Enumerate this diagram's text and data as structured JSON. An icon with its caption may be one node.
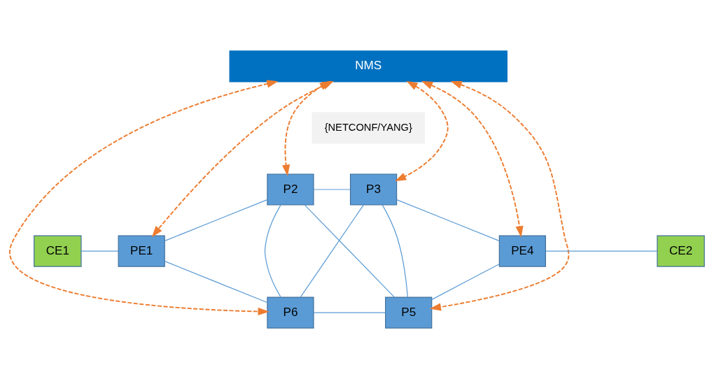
{
  "diagram": {
    "nodes": [
      {
        "text": [
          "NMS"
        ]
      },
      {
        "text": [
          "{NETCONF/YANG}"
        ]
      },
      {
        "text": [
          "P2"
        ]
      },
      {
        "text": [
          "P3"
        ]
      },
      {
        "text": [
          "CE1"
        ]
      },
      {
        "text": [
          "PE1"
        ]
      },
      {
        "text": [
          "PE4"
        ]
      },
      {
        "text": [
          "CE2"
        ]
      },
      {
        "text": [
          "P6"
        ]
      },
      {
        "text": [
          "P5"
        ]
      }
    ],
    "edges": [
      {
        "from": 0,
        "to": 5,
        "arrow": "both",
        "style": "dashed",
        "color": "#ed7d31"
      },
      {
        "from": 0,
        "to": 2,
        "arrow": "both",
        "style": "dashed",
        "color": "#ed7d31"
      },
      {
        "from": 0,
        "to": 8,
        "arrow": "both",
        "style": "dashed",
        "color": "#ed7d31"
      },
      {
        "from": 0,
        "to": 9,
        "arrow": "both",
        "style": "dashed",
        "color": "#ed7d31"
      },
      {
        "from": 0,
        "to": 3,
        "arrow": "both",
        "style": "dashed",
        "color": "#ed7d31"
      },
      {
        "from": 0,
        "to": 6,
        "arrow": "both",
        "style": "dashed",
        "color": "#ed7d31"
      },
      {
        "from": 4,
        "to": 5,
        "arrow": "none"
      },
      {
        "from": 5,
        "to": 2,
        "arrow": "none"
      },
      {
        "from": 5,
        "to": 8,
        "arrow": "none"
      },
      {
        "from": 2,
        "to": 3,
        "arrow": "none"
      },
      {
        "from": 2,
        "to": 8,
        "arrow": "none"
      },
      {
        "from": 2,
        "to": 9,
        "arrow": "none"
      },
      {
        "from": 3,
        "to": 8,
        "arrow": "none"
      },
      {
        "from": 3,
        "to": 9,
        "arrow": "none"
      },
      {
        "from": 3,
        "to": 6,
        "arrow": "none"
      },
      {
        "from": 6,
        "to": 9,
        "arrow": "none"
      },
      {
        "from": 8,
        "to": 9,
        "arrow": "none"
      },
      {
        "from": 6,
        "to": 7,
        "arrow": "none"
      }
    ]
  }
}
